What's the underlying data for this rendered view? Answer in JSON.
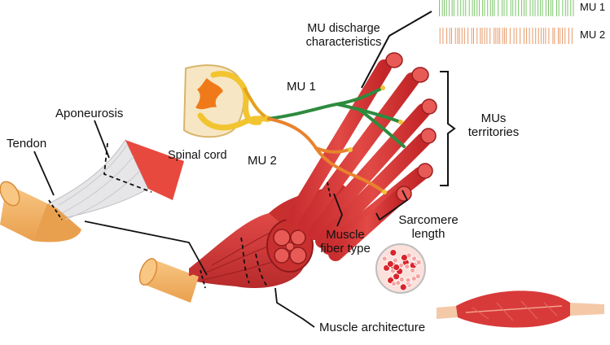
{
  "labels": {
    "mu1_train": "MU 1",
    "mu2_train": "MU 2",
    "discharge_line1": "MU discharge",
    "discharge_line2": "characteristics",
    "mu1_axon": "MU 1",
    "mu2_axon": "MU 2",
    "spinal_cord": "Spinal cord",
    "aponeurosis": "Aponeurosis",
    "tendon": "Tendon",
    "territories_line1": "MUs",
    "territories_line2": "territories",
    "sarcomere_line1": "Sarcomere",
    "sarcomere_line2": "length",
    "fiber_type_line1": "Muscle",
    "fiber_type_line2": "fiber type",
    "architecture": "Muscle architecture"
  },
  "colors": {
    "muscle": "#d83a3a",
    "muscle_dark": "#a52326",
    "tendon": "#f4b56b",
    "mu1": "#2e8b3e",
    "mu2": "#e8832d",
    "mu1_spikes": "#7cc66b",
    "mu2_spikes": "#e69a6a",
    "nerve": "#f2c430",
    "cord": "#f7e6c4"
  },
  "icons": {
    "spinal_cord": "spinal-cord-icon",
    "fiber_section": "fiber-cross-section-icon",
    "pennate_muscle": "pennate-muscle-icon"
  }
}
